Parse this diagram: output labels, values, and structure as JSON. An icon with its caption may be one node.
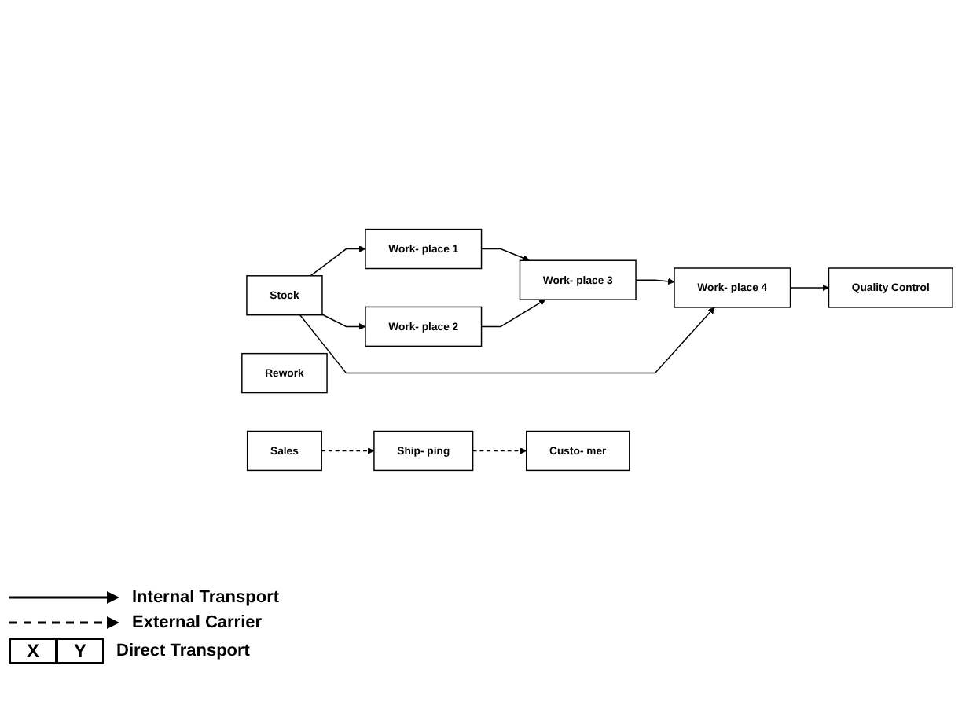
{
  "diagram": {
    "nodes": [
      {
        "text": [
          "Work- place 3"
        ]
      },
      {
        "text": [
          "Work- place 1"
        ]
      },
      {
        "text": [
          "Ship- ping"
        ]
      },
      {
        "text": [
          "Sales"
        ]
      },
      {
        "text": [
          "Custo- mer"
        ]
      },
      {
        "text": [
          "Rework"
        ]
      },
      {
        "text": [
          "Quality Control"
        ]
      },
      {
        "text": [
          "Stock"
        ]
      },
      {
        "text": [
          "Work- place 2"
        ]
      },
      {
        "text": [
          "Work- place 4"
        ]
      }
    ],
    "edges": [
      {
        "from": 1,
        "to": 0,
        "arrow": "to"
      },
      {
        "from": 8,
        "to": 0,
        "arrow": "to"
      },
      {
        "from": 0,
        "to": 9,
        "arrow": "to"
      },
      {
        "from": 7,
        "to": 1,
        "arrow": "to"
      },
      {
        "from": 7,
        "to": 8,
        "arrow": "to"
      },
      {
        "from": 7,
        "to": 9,
        "arrow": "to"
      },
      {
        "from": 9,
        "to": 6,
        "arrow": "to"
      },
      {
        "from": 3,
        "to": 2,
        "arrow": "to",
        "style": "dashed"
      },
      {
        "from": 2,
        "to": 4,
        "arrow": "to",
        "style": "dashed"
      }
    ],
    "labels": [
      "X",
      "Y"
    ],
    "legend": [
      {
        "text": "Internal Transport"
      },
      {
        "text": "External Carrier"
      },
      {
        "text": "Direct Transport"
      }
    ]
  }
}
